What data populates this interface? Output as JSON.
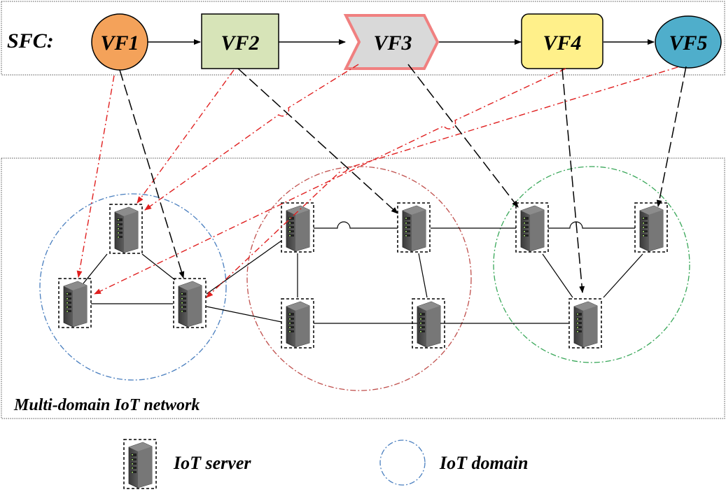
{
  "sfc": {
    "label": "SFC:",
    "vfs": [
      {
        "id": "vf1",
        "label": "VF1",
        "shape": "circle",
        "color": "#f4a25a"
      },
      {
        "id": "vf2",
        "label": "VF2",
        "shape": "rect",
        "color": "#d7e4b8"
      },
      {
        "id": "vf3",
        "label": "VF3",
        "shape": "chevron",
        "color": "#d9d9d9",
        "stroke": "#f08080"
      },
      {
        "id": "vf4",
        "label": "VF4",
        "shape": "rounded-rect",
        "color": "#fff08a"
      },
      {
        "id": "vf5",
        "label": "VF5",
        "shape": "ellipse",
        "color": "#4faecb"
      }
    ]
  },
  "network": {
    "label": "Multi-domain IoT network",
    "domains": [
      {
        "id": "domain-1",
        "color": "#4a7fbf"
      },
      {
        "id": "domain-2",
        "color": "#c0504d"
      },
      {
        "id": "domain-3",
        "color": "#3aa85a"
      }
    ]
  },
  "legend": {
    "server_label": "IoT server",
    "domain_label": "IoT domain",
    "domain_color": "#4a7fbf"
  },
  "colors": {
    "mapping_black": "#000000",
    "mapping_red": "#e02020",
    "server_body": "#5a5a5a",
    "server_light": "#a8e070"
  }
}
